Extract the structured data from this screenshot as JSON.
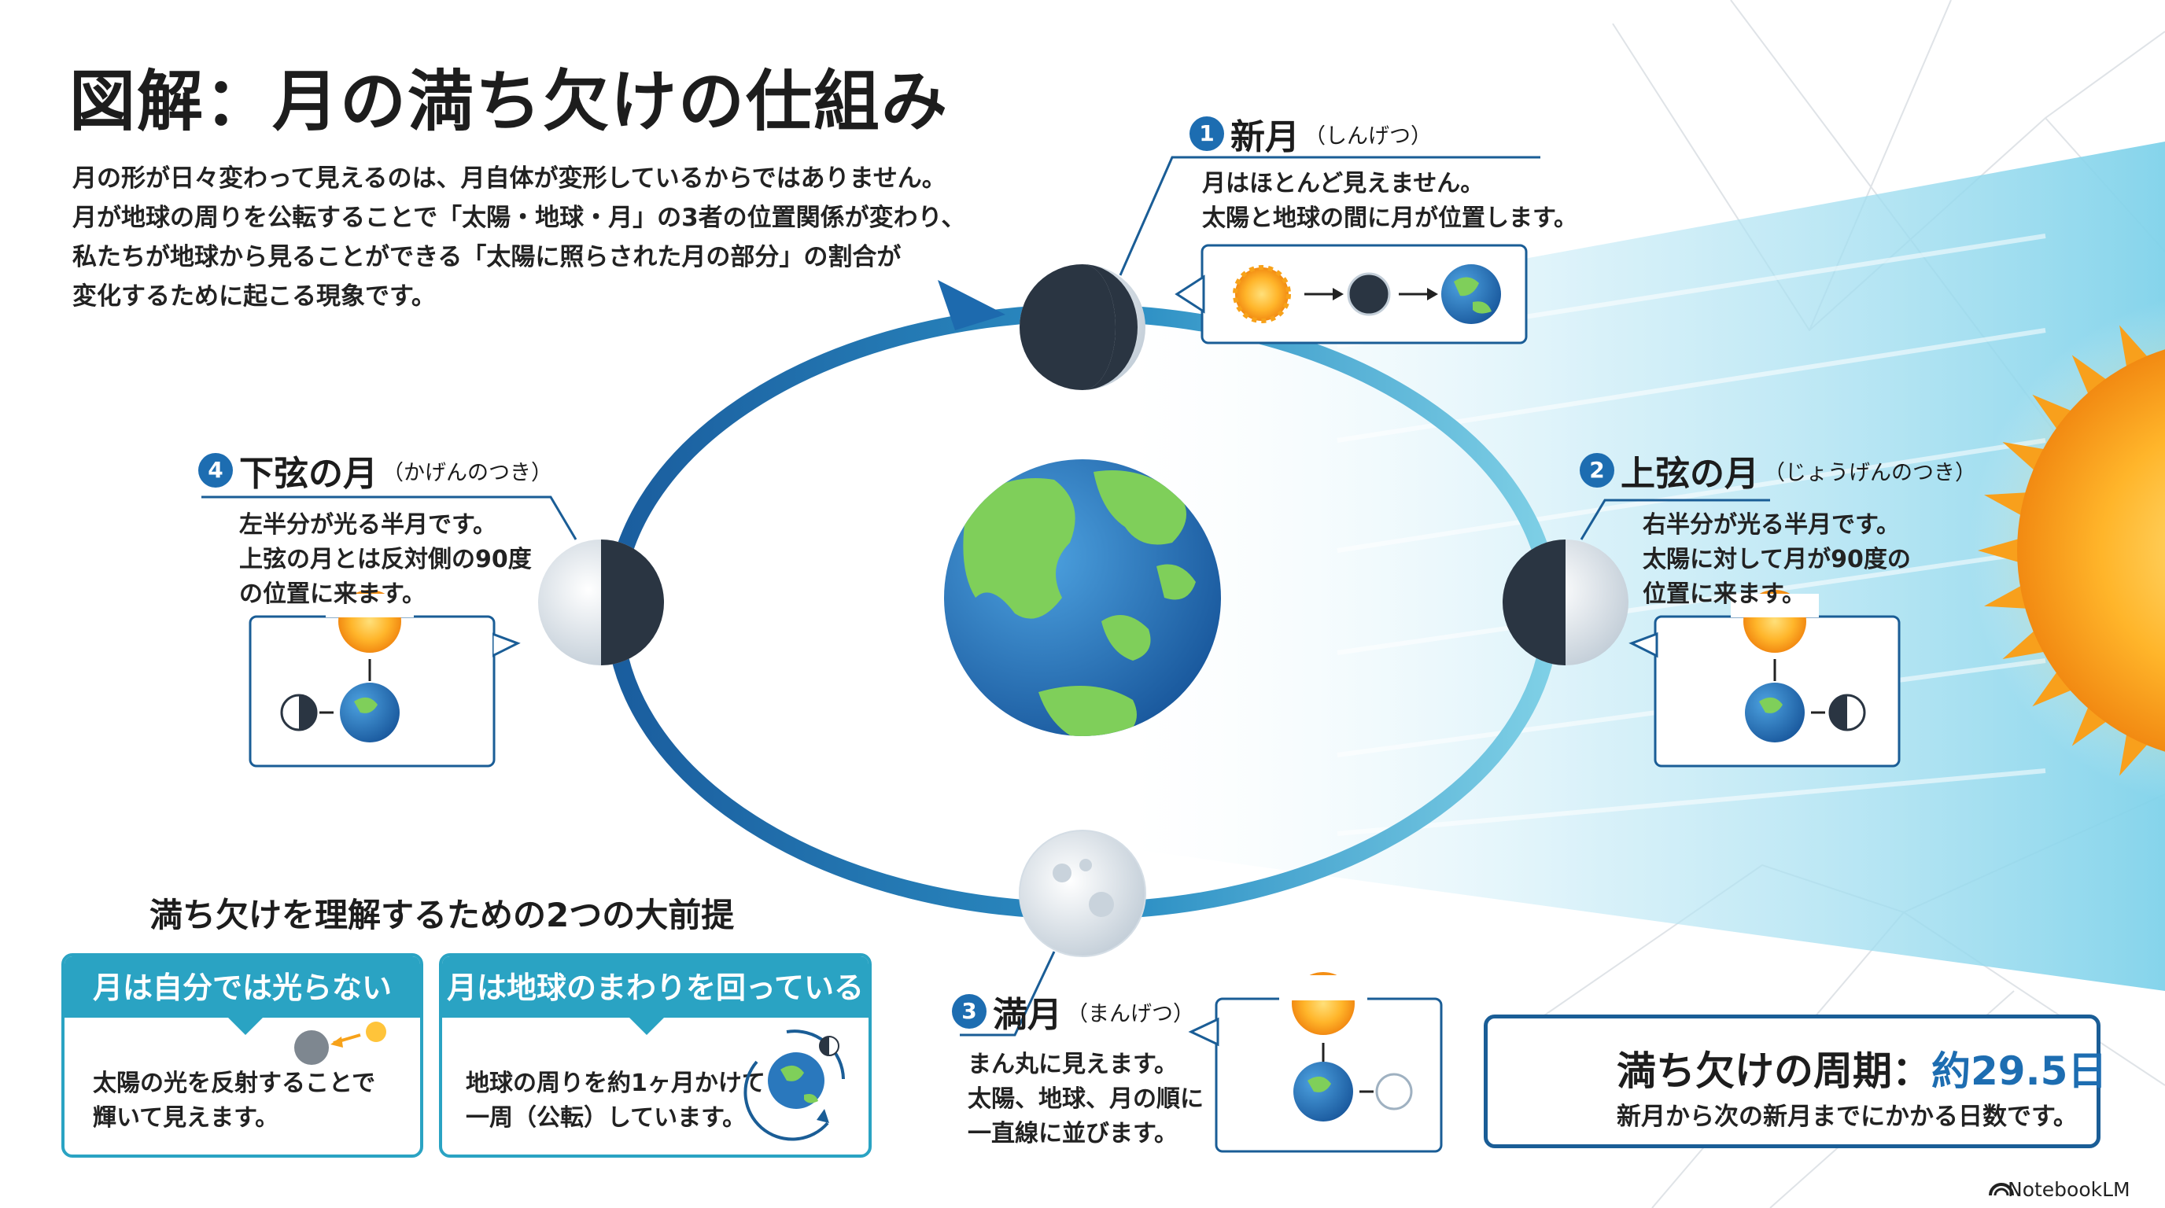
{
  "title": "図解：月の満ち欠けの仕組み",
  "intro": [
    "月の形が日々変わって見えるのは、月自体が変形しているからではありません。",
    "月が地球の周りを公転することで「太陽・地球・月」の3者の位置関係が変わり、",
    "私たちが地球から見ることができる「太陽に照らされた月の部分」の割合が",
    "変化するために起こる現象です。"
  ],
  "phases": [
    {
      "number": "1",
      "name": "新月",
      "reading": "（しんげつ）",
      "desc": [
        "月はほとんど見えません。",
        "太陽と地球の間に月が位置します。"
      ]
    },
    {
      "number": "2",
      "name": "上弦の月",
      "reading": "（じょうげんのつき）",
      "desc": [
        "右半分が光る半月です。",
        "太陽に対して月が90度の",
        "位置に来ます。"
      ]
    },
    {
      "number": "3",
      "name": "満月",
      "reading": "（まんげつ）",
      "desc": [
        "まん丸に見えます。",
        "太陽、地球、月の順に",
        "一直線に並びます。"
      ]
    },
    {
      "number": "4",
      "name": "下弦の月",
      "reading": "（かげんのつき）",
      "desc": [
        "左半分が光る半月です。",
        "上弦の月とは反対側の90度",
        "の位置に来ます。"
      ]
    }
  ],
  "premises": {
    "title": "満ち欠けを理解するための2つの大前提",
    "cards": [
      {
        "heading": "月は自分では光らない",
        "body": [
          "太陽の光を反射することで",
          "輝いて見えます。"
        ]
      },
      {
        "heading": "月は地球のまわりを回っている",
        "body": [
          "地球の周りを約1ヶ月かけて",
          "一周（公転）しています。"
        ]
      }
    ]
  },
  "cycle": {
    "label": "満ち欠けの周期：",
    "value": "約29.5日",
    "description": "新月から次の新月までにかかる日数です。",
    "icon": "clock-icon"
  },
  "branding": "NotebookLM",
  "colors": {
    "accent": "#1d6db1",
    "card_teal": "#2aa3c3",
    "sun": "#f7a21a",
    "earth_ocean": "#2a78bd",
    "earth_land": "#7fcf5a"
  }
}
